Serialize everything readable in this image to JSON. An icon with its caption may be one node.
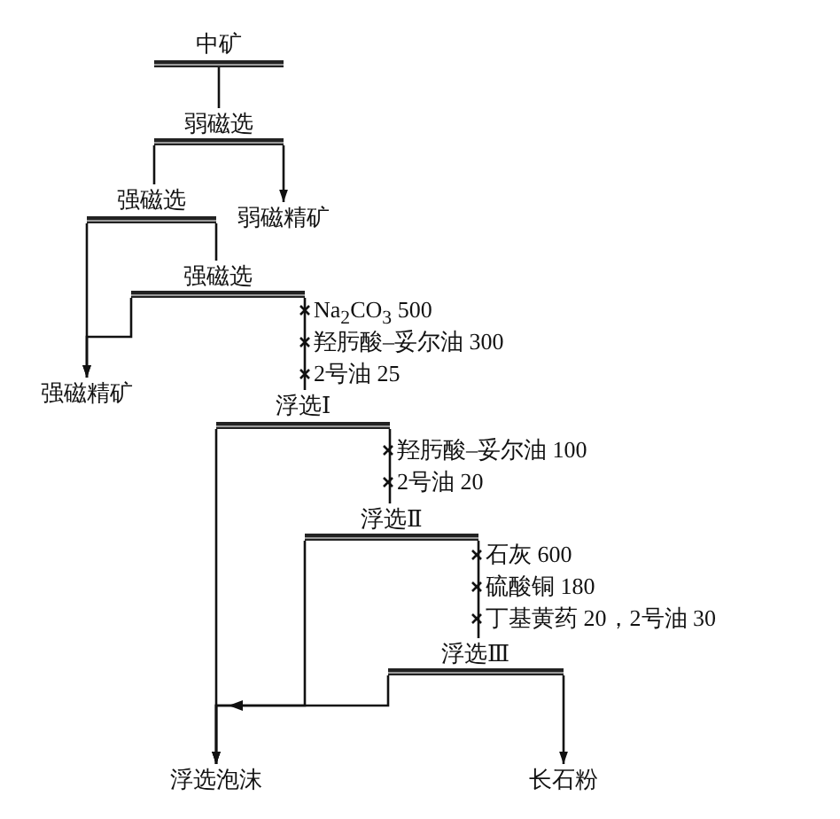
{
  "diagram": {
    "nodes": [
      {
        "text": [
          "中矿"
        ]
      },
      {
        "text": [
          "弱磁选"
        ]
      },
      {
        "text": [
          "弱磁精矿"
        ]
      },
      {
        "text": [
          "强磁选"
        ]
      },
      {
        "text": [
          "强磁选"
        ]
      },
      {
        "text": [
          "强磁精矿"
        ]
      },
      {
        "text": [
          "浮选Ⅰ"
        ]
      },
      {
        "text": [
          "浮选Ⅱ"
        ]
      },
      {
        "text": [
          "浮选Ⅲ"
        ]
      },
      {
        "text": [
          "浮选泡沫"
        ]
      },
      {
        "text": [
          "长石粉"
        ]
      }
    ],
    "edges": [
      {
        "from": 0,
        "to": 1,
        "arrow": "none"
      },
      {
        "from": 1,
        "to": 2,
        "arrow": "to"
      },
      {
        "from": 1,
        "to": 3,
        "arrow": "none"
      },
      {
        "from": 3,
        "to": 5,
        "arrow": "to"
      },
      {
        "from": 3,
        "to": 4,
        "arrow": "none"
      },
      {
        "from": 4,
        "to": 5,
        "arrow": "to"
      },
      {
        "from": 4,
        "to": 6,
        "arrow": "none"
      },
      {
        "from": 6,
        "to": 9,
        "arrow": "to"
      },
      {
        "from": 6,
        "to": 7,
        "arrow": "none"
      },
      {
        "from": 7,
        "to": 9,
        "arrow": "to"
      },
      {
        "from": 7,
        "to": 8,
        "arrow": "none"
      },
      {
        "from": 8,
        "to": 9,
        "arrow": "to"
      },
      {
        "from": 8,
        "to": 10,
        "arrow": "to"
      }
    ],
    "labels": [
      "Na$_{2}$CO$_{3}$ 500",
      "羟肟酸–妥尔油 300",
      "2号油 25",
      "羟肟酸–妥尔油 100",
      "2号油 20",
      "石灰 600",
      "硫酸铜 180",
      "丁基黄药 20，2号油 30"
    ]
  }
}
